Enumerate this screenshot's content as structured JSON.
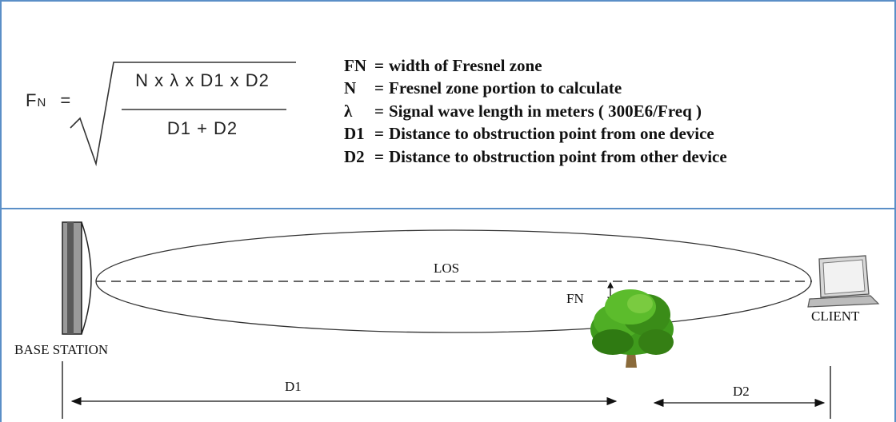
{
  "formula": {
    "lhs": "F",
    "lhs_sub": "N",
    "equals": "=",
    "numerator": "N x λ x D1 x D2",
    "denominator": "D1 + D2"
  },
  "legend": [
    {
      "symbol": "FN",
      "eq": "=",
      "text": "width of Fresnel zone"
    },
    {
      "symbol": "N",
      "eq": "=",
      "text": "Fresnel zone portion to calculate"
    },
    {
      "symbol": "λ",
      "eq": "=",
      "text": "Signal wave length in meters ( 300E6/Freq )"
    },
    {
      "symbol": "D1",
      "eq": "=",
      "text": "Distance to obstruction point from one device"
    },
    {
      "symbol": "D2",
      "eq": "=",
      "text": "Distance to obstruction point from other device"
    }
  ],
  "diagram": {
    "los": "LOS",
    "fn": "FN",
    "base_station": "BASE STATION",
    "client": "CLIENT",
    "d1": "D1",
    "d2": "D2"
  },
  "colors": {
    "frame_border": "#5b8fc7",
    "tree_foliage": "#3f9a1c",
    "tree_trunk": "#8a6a3a",
    "antenna_panel": "#7a7a7a"
  },
  "icons": [
    "base-station-antenna-icon",
    "laptop-icon",
    "tree-icon"
  ]
}
